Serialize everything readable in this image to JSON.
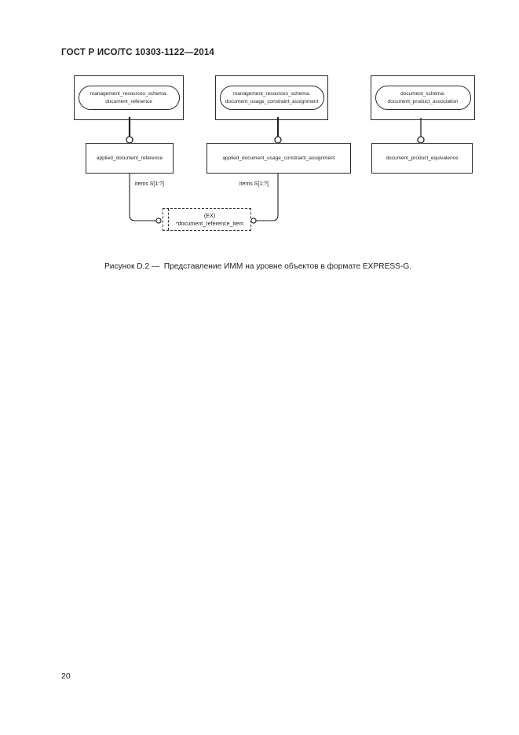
{
  "page": {
    "header_title": "ГОСТ Р ИСО/ТС 10303-1122—2014",
    "figure_caption": "Рисунок D.2 —  Представление ИММ на уровне объектов в формате EXPRESS-G.",
    "page_number": "20"
  },
  "diagram": {
    "schema_refs": [
      {
        "schema": "management_resources_schema.",
        "entity": "document_reference"
      },
      {
        "schema": "management_resources_schema.",
        "entity": "document_usage_constraint_assignment"
      },
      {
        "schema": "document_schema.",
        "entity": "document_product_association"
      }
    ],
    "entities": [
      {
        "label": "applied_document_reference"
      },
      {
        "label": "applied_document_usage_constraint_assignment"
      },
      {
        "label": "document_product_equivalence"
      }
    ],
    "relations": [
      {
        "label": "items S[1:?]"
      },
      {
        "label": "items S[1:?]"
      }
    ],
    "select_type": {
      "tag": "(EX)",
      "name": "*document_reference_item"
    }
  },
  "colors": {
    "ink": "#1f1f1f",
    "line": "#2a2a2a"
  }
}
